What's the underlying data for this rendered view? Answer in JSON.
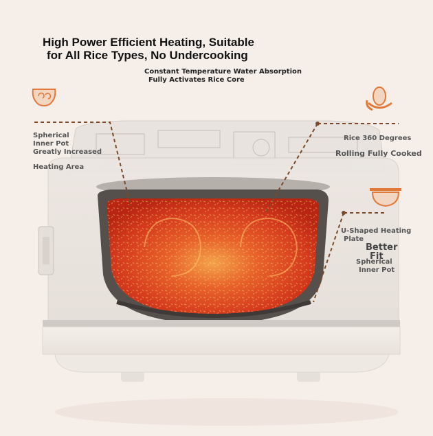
{
  "headline": {
    "line1": "High Power Efficient Heating, Suitable",
    "line2": "for All Rice Types, No Undercooking"
  },
  "subhead": {
    "line1": "Constant Temperature Water Absorption",
    "line2": "Fully Activates Rice Core"
  },
  "callout_left": {
    "line1": "Spherical",
    "line2": "Inner Pot",
    "line3": "Greatly Increased",
    "line4": "Heating Area",
    "icon": "spherical-pot-icon"
  },
  "callout_top_right": {
    "line1": "Rice 360 Degrees",
    "line2": "Rolling Fully Cooked",
    "icon": "rice-grain-rotation-icon"
  },
  "callout_bottom_right": {
    "line1": "U-Shaped Heating",
    "line2": "Plate",
    "emphasis1": "Better",
    "emphasis2": "Fit",
    "line3": "Spherical",
    "line4": "Inner Pot",
    "icon": "u-shaped-plate-icon"
  },
  "colors": {
    "accent": "#e0793a",
    "background": "#f6eee8",
    "heat_core": "#d9351b",
    "heat_glow": "#f07a2a"
  }
}
